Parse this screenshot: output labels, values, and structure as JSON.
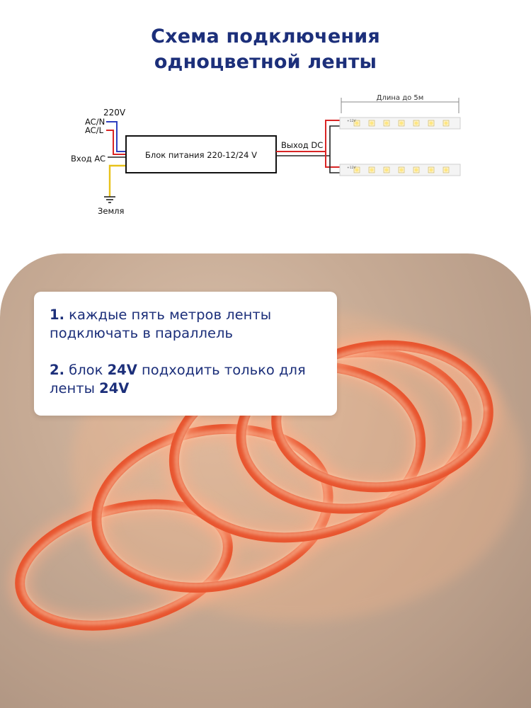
{
  "title": {
    "line1": "Схема подключения",
    "line2": "одноцветной ленты"
  },
  "diagram": {
    "voltage": "220V",
    "acn": "AC/N",
    "acl": "AC/L",
    "input": "Вход AC",
    "ground": "Земля",
    "psu": "Блок питания 220-12/24 V",
    "output": "Выход DC",
    "length": "Длина до 5м",
    "strip_label": "+12V"
  },
  "note": {
    "item1_num": "1.",
    "item1_text": " каждые пять метров ленты подключать в параллель",
    "item2_num": "2.",
    "item2_pre": " блок ",
    "item2_bold": "24V",
    "item2_mid": " подходить только для ленты ",
    "item2_bold2": "24V"
  },
  "colors": {
    "title": "#1c2f7a",
    "wire_red": "#d92525",
    "wire_blue": "#2f3fbf",
    "wire_yellow": "#e8c21a",
    "strip_orange": "#e8552f"
  }
}
